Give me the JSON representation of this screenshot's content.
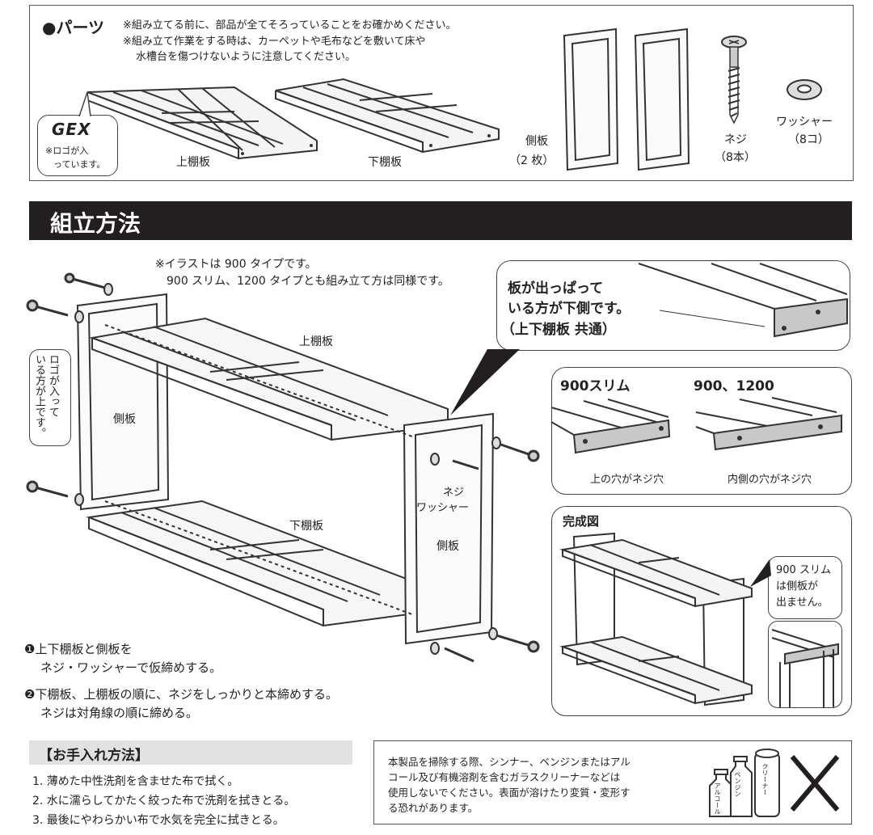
{
  "parts": {
    "heading": "●パーツ",
    "notes": [
      "※組み立てる前に、部品が全てそろっていることをお確かめください。",
      "※組み立て作業をする時は、カーペットや毛布などを敷いて床や",
      "水槽台を傷つけないように注意してください。"
    ],
    "logo_text": "GEX",
    "logo_note": [
      "※ロゴが入",
      "っています。"
    ],
    "upper_shelf": "上棚板",
    "lower_shelf": "下棚板",
    "side_panel": "側板",
    "side_panel_count": "（2 枚）",
    "screw": "ネジ",
    "screw_count": "（8本）",
    "washer": "ワッシャー",
    "washer_count": "（8コ）"
  },
  "assembly": {
    "title": "組立方法",
    "note": [
      "※イラストは 900 タイプです。",
      "900 スリム、1200 タイプとも組み立て方は同様です。"
    ],
    "upper_shelf": "上棚板",
    "lower_shelf": "下棚板",
    "side_panel_left": "側板",
    "side_panel_right": "側板",
    "logo_callout": [
      "ロゴが入って",
      "いる方が上です。"
    ],
    "screw_label": "ネジ",
    "washer_label": "ワッシャー",
    "protrude_callout": [
      "板が出っぱって",
      "いる方が下側です。",
      "（上下棚板 共通）"
    ],
    "slim_label": "900スリム",
    "std_label": "900、1200",
    "slim_hole": "上の穴がネジ穴",
    "std_hole": "内側の穴がネジ穴",
    "completed_title": "完成図",
    "completed_note": [
      "900 スリム",
      "は側板が",
      "出ません。"
    ],
    "step1": [
      "❶上下棚板と側板を",
      "ネジ・ワッシャーで仮締めする。"
    ],
    "step2": [
      "❷下棚板、上棚板の順に、ネジをしっかりと本締めする。",
      "ネジは対角線の順に締める。"
    ]
  },
  "care": {
    "title": "【お手入れ方法】",
    "items": [
      "1.  薄めた中性洗剤を含ませた布で拭く。",
      "2.  水に濡らしてかたく絞った布で洗剤を拭きとる。",
      "3.  最後にやわらかい布で水気を完全に拭きとる。"
    ],
    "warning": [
      "本製品を掃除する際、シンナー、ベンジンまたはアル",
      "コール及び有機溶剤を含むガラスクリーナーなどは",
      "使用しないでください。表面が溶けたり変質・変形す",
      "る恐れがあります。"
    ],
    "bottle_labels": [
      "アルコール",
      "ベンジン",
      "クリーナー"
    ]
  }
}
